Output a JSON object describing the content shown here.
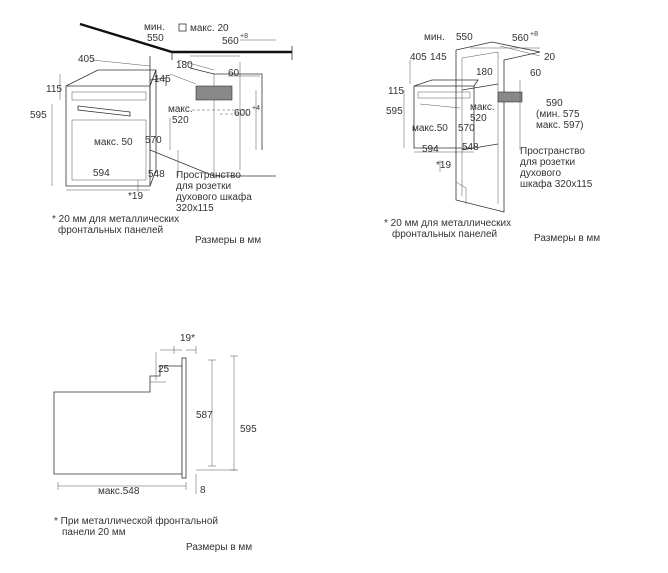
{
  "d1": {
    "dims": {
      "min550": "мин.\n550",
      "min": "мин.",
      "v550": "550",
      "max20": "макс. 20",
      "w560": "560",
      "sup8": "+8",
      "w405": "405",
      "w180": "180",
      "w145": "145",
      "w60": "60",
      "h115": "115",
      "h595": "595",
      "max520": "макс.",
      "v520": "520",
      "h600": "600",
      "sup4": "+4",
      "h570": "570",
      "max50": "макс. 50",
      "w594": "594",
      "d548": "548",
      "s19": "*19"
    },
    "space": [
      "Пространство",
      "для розетки",
      "духового шкафа",
      "320x115"
    ],
    "footnote": [
      "* 20 мм для металлических",
      "фронтальных панелей"
    ],
    "units": "Размеры в мм"
  },
  "d2": {
    "dims": {
      "min": "мин.",
      "v550": "550",
      "w560": "560",
      "sup8": "+8",
      "w20": "20",
      "w405": "405",
      "w145": "145",
      "w180": "180",
      "w60": "60",
      "h115": "115",
      "h595": "595",
      "max": "макс.",
      "v520": "520",
      "h590": "590",
      "minmax": "(мин. 575",
      "max597": "макс. 597)",
      "max50": "макс.50",
      "w570": "570",
      "w594": "594",
      "d548": "548",
      "s19": "*19"
    },
    "space": [
      "Пространство",
      "для розетки",
      "духового",
      "шкафа 320x115"
    ],
    "footnote": [
      "* 20 мм для металлических",
      "фронтальных панелей"
    ],
    "units": "Размеры в мм"
  },
  "d3": {
    "dims": {
      "s19": "19*",
      "v25": "25",
      "v587": "587",
      "v595": "595",
      "max548": "макс.548",
      "v8": "8"
    },
    "footnote": [
      "* При металлической фронтальной",
      "панели 20 мм"
    ],
    "units": "Размеры в мм"
  }
}
